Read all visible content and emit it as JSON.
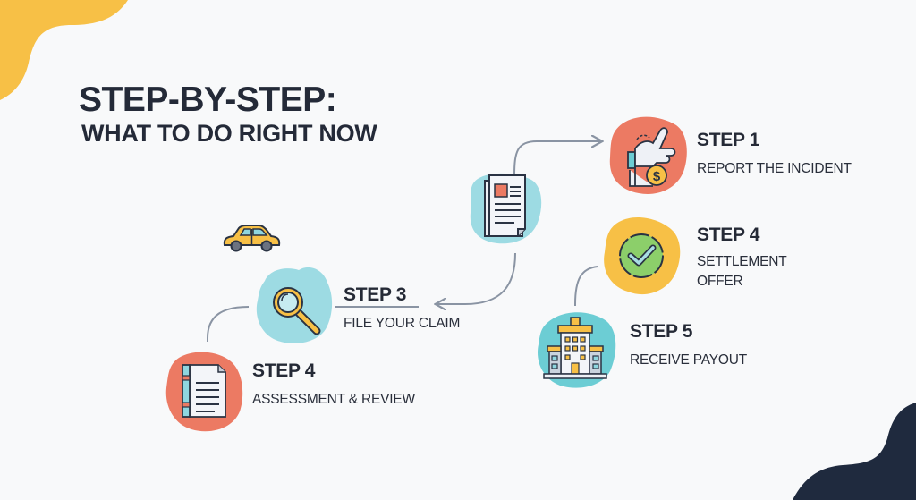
{
  "title": {
    "line1": "STEP-BY-STEP:",
    "line2": "WHAT TO DO RIGHT NOW"
  },
  "colors": {
    "background": "#f8f9fa",
    "accent_yellow": "#f7c046",
    "accent_navy": "#1f2a3e",
    "accent_coral": "#ec7a63",
    "accent_teal": "#8fd6df",
    "connector": "#8a94a3",
    "text": "#242a38"
  },
  "steps": [
    {
      "id": "report",
      "heading": "STEP 1",
      "description": "REPORT THE INCIDENT",
      "icon": "hand-money-icon",
      "blob_color": "#ec7a63"
    },
    {
      "id": "settlement",
      "heading": "STEP 4",
      "description_line1": "SETTLEMENT",
      "description_line2": "OFFER",
      "icon": "checkmark-icon",
      "blob_color": "#f7c046"
    },
    {
      "id": "payout",
      "heading": "STEP 5",
      "description": "RECEIVE PAYOUT",
      "icon": "building-icon",
      "blob_color": "#6ccdd4"
    },
    {
      "id": "claim",
      "heading": "STEP 3",
      "description": "FILE YOUR CLAIM",
      "icon": "magnifier-icon",
      "blob_color": "#9ddbe3"
    },
    {
      "id": "assessment",
      "heading": "STEP 4",
      "description": "ASSESSMENT & REVIEW",
      "icon": "notebook-icon",
      "blob_color": "#ec7a63"
    }
  ],
  "decorations": {
    "document_icon": "document-icon",
    "car_icon": "car-icon"
  }
}
